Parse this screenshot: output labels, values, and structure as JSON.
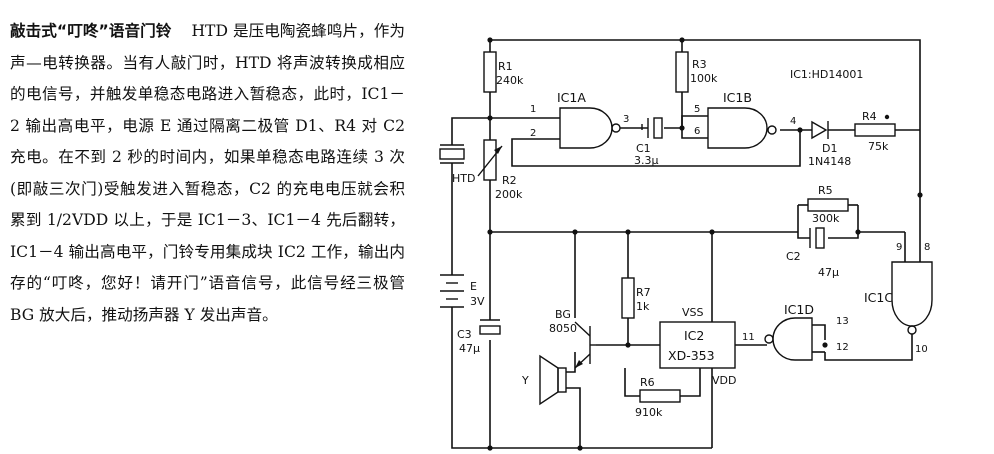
{
  "description": {
    "title": "敲击式“叮咚”语音门铃",
    "body": "HTD 是压电陶瓷蜂鸣片，作为声—电转换器。当有人敲门时，HTD 将声波转换成相应的电信号，并触发单稳态电路进入暂稳态，此时，IC1－2 输出高电平，电源 E 通过隔离二极管 D1、R4 对 C2 充电。在不到 2 秒的时间内，如果单稳态电路连续 3 次(即敲三次门)受触发进入暂稳态，C2 的充电电压就会积累到 1/2VDD 以上，于是 IC1－3、IC1－4 先后翻转，IC1－4 输出高电平，门铃专用集成块 IC2 工作，输出内存的“叮咚，您好！请开门”语音信号，此信号经三极管 BG 放大后，推动扬声器 Y 发出声音。"
  },
  "schematic": {
    "ic1_note": "IC1:HD14001",
    "r1": {
      "name": "R1",
      "value": "240k"
    },
    "r2": {
      "name": "R2",
      "value": "200k"
    },
    "r3": {
      "name": "R3",
      "value": "100k"
    },
    "r4": {
      "name": "R4",
      "value": "75k"
    },
    "r5": {
      "name": "R5",
      "value": "300k"
    },
    "r6": {
      "name": "R6",
      "value": "910k"
    },
    "r7": {
      "name": "R7",
      "value": "1k"
    },
    "c1": {
      "name": "C1",
      "value": "3.3μ"
    },
    "c2": {
      "name": "C2",
      "value": "47μ"
    },
    "c3": {
      "name": "C3",
      "value": "47μ"
    },
    "d1": {
      "name": "D1",
      "value": "1N4148"
    },
    "htd": "HTD",
    "battery": {
      "name": "E",
      "value": "3V"
    },
    "bg": {
      "name": "BG",
      "value": "8050"
    },
    "speaker": "Y",
    "ic1a": "IC1A",
    "ic1b": "IC1B",
    "ic1c": "IC1C",
    "ic1d": "IC1D",
    "ic2": {
      "name": "IC2",
      "part": "XD-353"
    },
    "vss": "VSS",
    "vdd": "VDD",
    "pins": {
      "p1": "1",
      "p2": "2",
      "p3": "3",
      "p4": "4",
      "p5": "5",
      "p6": "6",
      "p8": "8",
      "p9": "9",
      "p10": "10",
      "p11": "11",
      "p12": "12",
      "p13": "13"
    }
  }
}
